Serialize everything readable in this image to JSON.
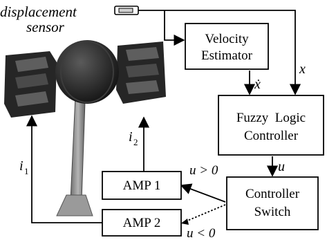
{
  "sensor": {
    "label_line1": "displacement",
    "label_line2": "sensor"
  },
  "blocks": {
    "velocity_estimator": {
      "line1": "Velocity",
      "line2": "Estimator"
    },
    "fuzzy_logic_controller": {
      "line1": "Fuzzy  Logic",
      "line2": "Controller"
    },
    "controller_switch": {
      "line1": "Controller",
      "line2": "Switch"
    },
    "amp1": {
      "label": "AMP 1"
    },
    "amp2": {
      "label": "AMP 2"
    }
  },
  "signals": {
    "x": "x",
    "x_dot": "ẋ",
    "u": "u",
    "u_pos": "u > 0",
    "u_neg": "u < 0",
    "i1_base": "i",
    "i1_sub": "1",
    "i2_base": "i",
    "i2_sub": "2"
  },
  "colors": {
    "magnet": "#2b2b2b",
    "magnet_highlight": "#6a6a6a",
    "rotor": "#1f1f1f",
    "shaft": "#8a8a8a",
    "line": "#000000"
  }
}
